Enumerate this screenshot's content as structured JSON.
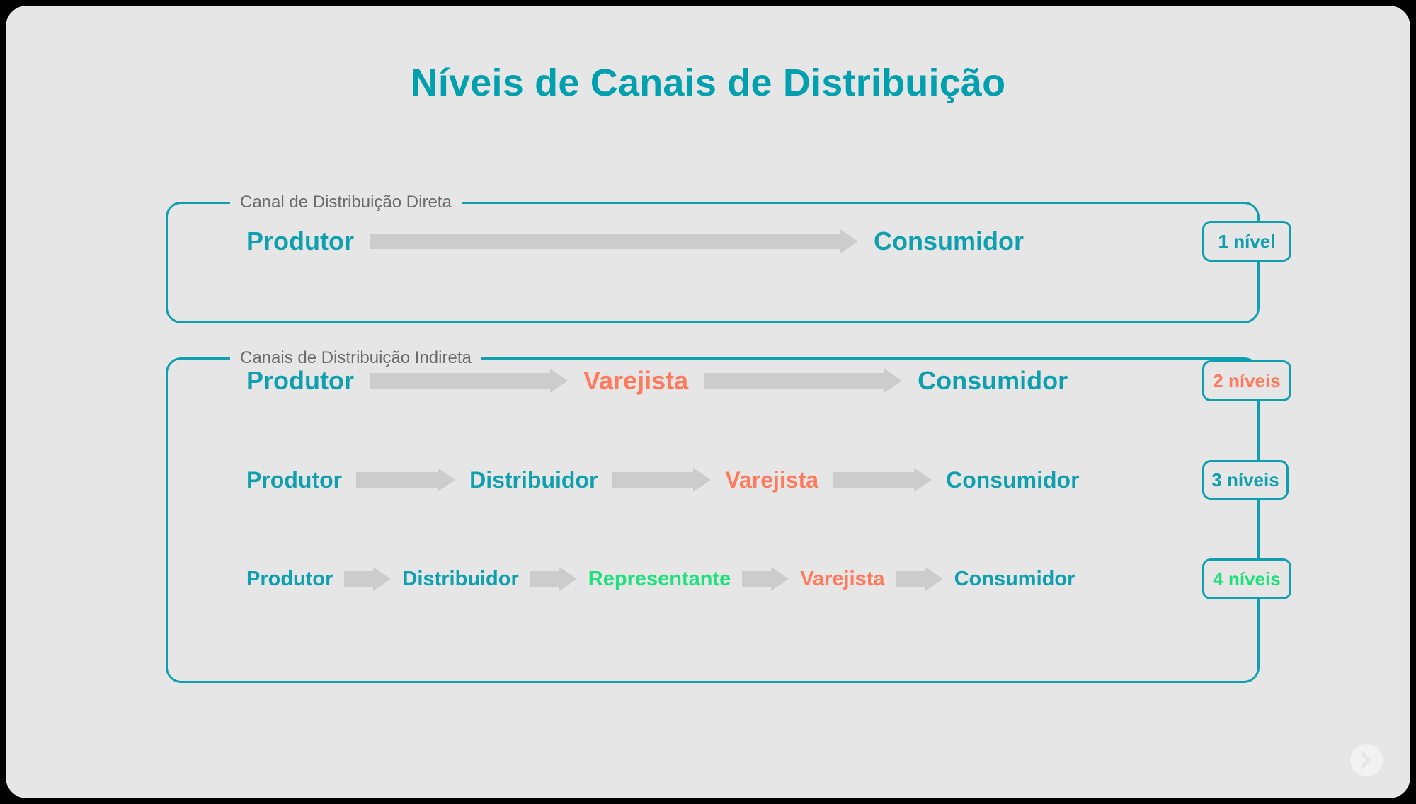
{
  "page": {
    "title": "Níveis de Canais de Distribuição",
    "background_color": "#e6e6e6",
    "outer_color": "#000000"
  },
  "colors": {
    "teal": "#0f9faf",
    "title_teal": "#02a0ae",
    "coral": "#ff7a5c",
    "green": "#1fe07c",
    "arrow_gray": "#cccccc",
    "legend_gray": "#6b6b6b"
  },
  "groups": [
    {
      "legend": "Canal de Distribuição Direta",
      "rows": [
        {
          "nodes": [
            {
              "label": "Produtor",
              "color": "teal"
            },
            {
              "label": "Consumidor",
              "color": "teal"
            }
          ],
          "badge": {
            "label": "1 nível",
            "color": "teal"
          }
        }
      ]
    },
    {
      "legend": "Canais de Distribuição Indireta",
      "rows": [
        {
          "nodes": [
            {
              "label": "Produtor",
              "color": "teal"
            },
            {
              "label": "Varejista",
              "color": "coral"
            },
            {
              "label": "Consumidor",
              "color": "teal"
            }
          ],
          "badge": {
            "label": "2 níveis",
            "color": "coral"
          }
        },
        {
          "nodes": [
            {
              "label": "Produtor",
              "color": "teal"
            },
            {
              "label": "Distribuidor",
              "color": "teal"
            },
            {
              "label": "Varejista",
              "color": "coral"
            },
            {
              "label": "Consumidor",
              "color": "teal"
            }
          ],
          "badge": {
            "label": "3 níveis",
            "color": "teal"
          }
        },
        {
          "nodes": [
            {
              "label": "Produtor",
              "color": "teal"
            },
            {
              "label": "Distribuidor",
              "color": "teal"
            },
            {
              "label": "Representante",
              "color": "green"
            },
            {
              "label": "Varejista",
              "color": "coral"
            },
            {
              "label": "Consumidor",
              "color": "teal"
            }
          ],
          "badge": {
            "label": "4 níveis",
            "color": "green"
          }
        }
      ]
    }
  ],
  "next_button": {
    "icon": "chevron-right-icon"
  }
}
